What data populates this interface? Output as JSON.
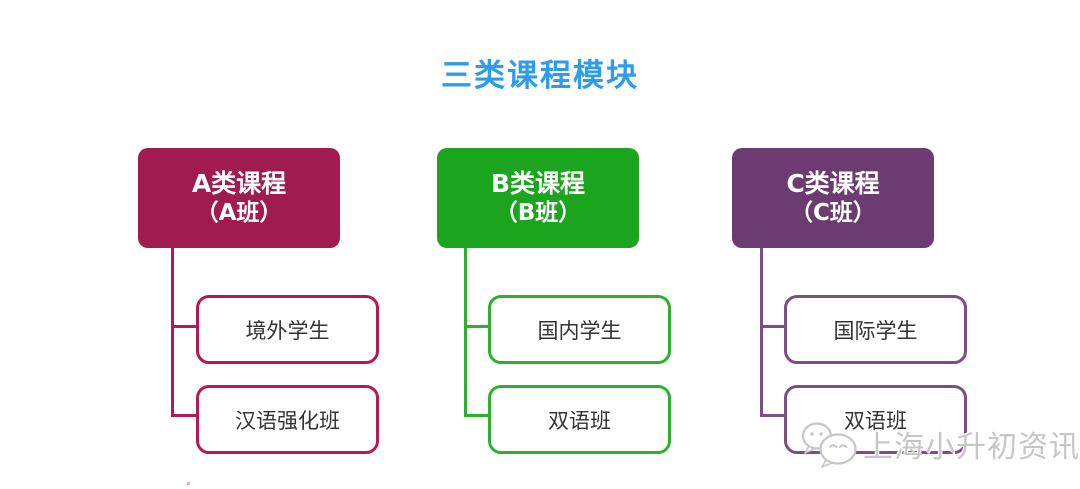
{
  "title": {
    "text": "三类课程模块",
    "color": "#2d9ceb"
  },
  "groups": [
    {
      "id": "A",
      "label": "A类课程",
      "sublabel": "（A班）",
      "fill_color": "#a01b4e",
      "line_color": "#b51955",
      "children": [
        "境外学生",
        "汉语强化班"
      ]
    },
    {
      "id": "B",
      "label": "B类课程",
      "sublabel": "（B班）",
      "fill_color": "#1ba51e",
      "line_color": "#2bb12b",
      "children": [
        "国内学生",
        "双语班"
      ]
    },
    {
      "id": "C",
      "label": "C类课程",
      "sublabel": "（C班）",
      "fill_color": "#6b3b71",
      "line_color": "#7c4e83",
      "children": [
        "国际学生",
        "双语班"
      ]
    }
  ],
  "watermark": {
    "icon": "wechat-icon",
    "text": "上海小升初资讯",
    "color": "#c6c6c6"
  }
}
